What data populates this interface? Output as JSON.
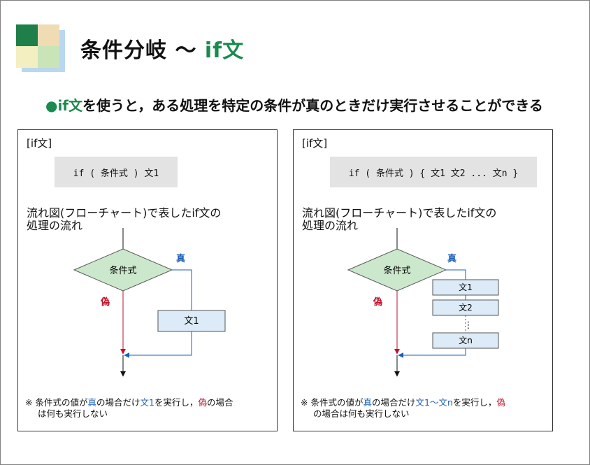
{
  "title": {
    "prefix": "条件分岐 ～ ",
    "keyword": "if文"
  },
  "subtitle": {
    "bullet": "●",
    "keyword": "if文",
    "text": "を使うと，ある処理を特定の条件が真のときだけ実行させることができる"
  },
  "colors": {
    "accent_green": "#1a8a4e",
    "diamond_fill": "#cce8cc",
    "box_fill": "#dcebf7",
    "true_blue": "#1a5fb4",
    "false_red": "#c0102a",
    "logo": [
      "#1f7f4a",
      "#f0dcb4",
      "#f3efc0",
      "#c9e5b8"
    ]
  },
  "left": {
    "label": "[if文]",
    "code": "if ( 条件式 ) 文1",
    "caption_lines": [
      "流れ図(フローチャート)で表したif文の",
      "処理の流れ"
    ],
    "diamond_label": "条件式",
    "true_label": "真",
    "false_label": "偽",
    "box_label": "文1",
    "note": {
      "mark": "※ ",
      "p1": "条件式の値が",
      "true_word": "真",
      "p2": "の場合だけ",
      "stmt": "文1",
      "p3": "を実行し，",
      "false_word": "偽",
      "p4": "の場合",
      "line2": "は何も実行しない"
    }
  },
  "right": {
    "label": "[if文]",
    "code": "if ( 条件式 ) { 文1 文2 ... 文n }",
    "caption_lines": [
      "流れ図(フローチャート)で表したif文の",
      "処理の流れ"
    ],
    "diamond_label": "条件式",
    "true_label": "真",
    "false_label": "偽",
    "box_labels": [
      "文1",
      "文2",
      "文n"
    ],
    "ellipsis": "⋮",
    "note": {
      "mark": "※ ",
      "p1": "条件式の値が",
      "true_word": "真",
      "p2": "の場合だけ",
      "stmt": "文1～文n",
      "p3": "を実行し，",
      "false_word": "偽",
      "line2": "の場合は何も実行しない"
    }
  }
}
